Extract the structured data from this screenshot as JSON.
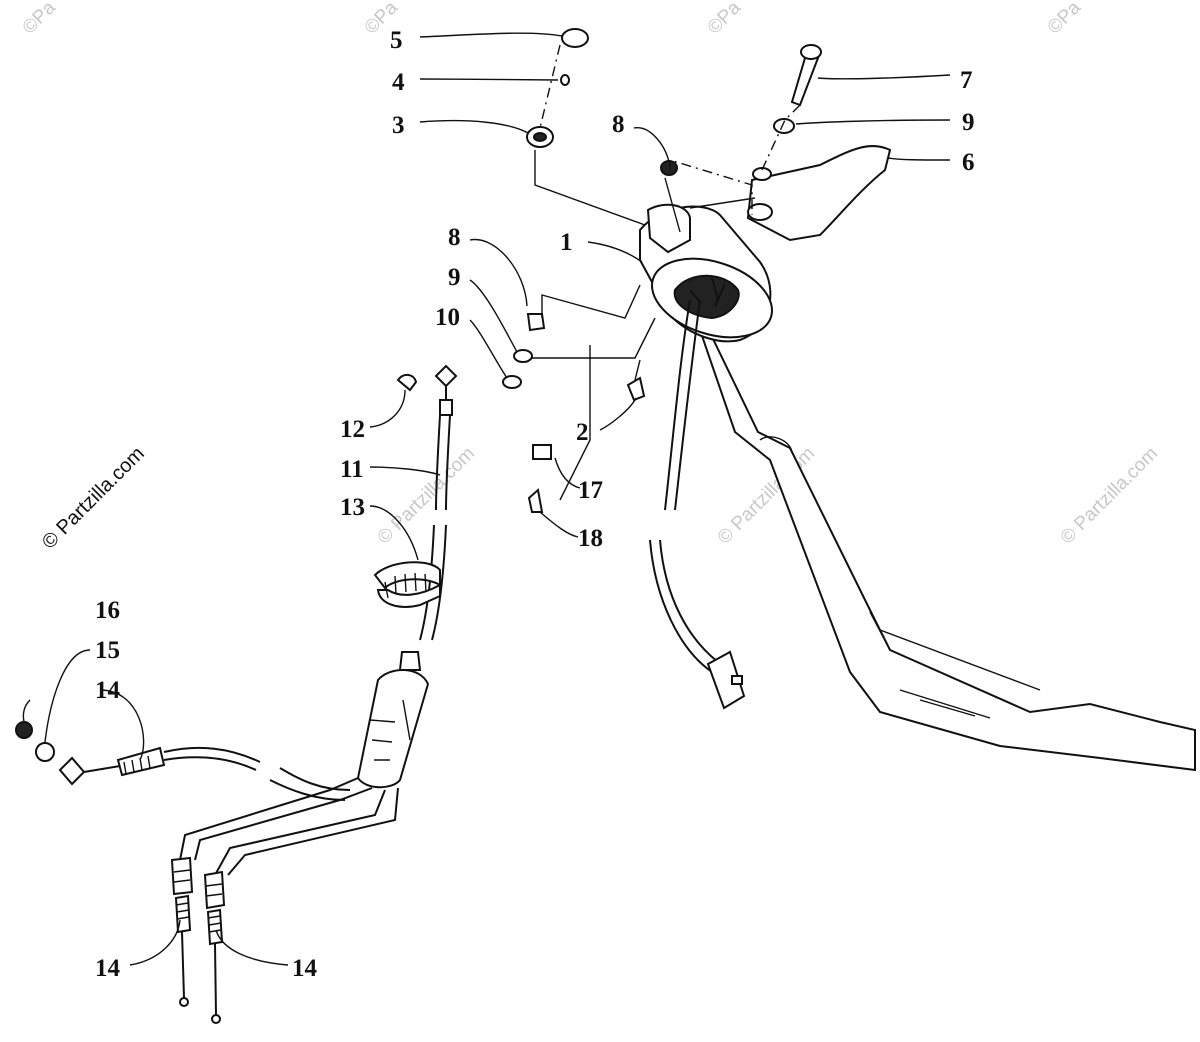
{
  "watermark": {
    "text": "© Partzilla.com",
    "corner_text": "©Pa"
  },
  "callouts": {
    "c5": "5",
    "c4": "4",
    "c3": "3",
    "c8a": "8",
    "c7": "7",
    "c9a": "9",
    "c6": "6",
    "c1": "1",
    "c8b": "8",
    "c9b": "9",
    "c10": "10",
    "c2": "2",
    "c12": "12",
    "c11": "11",
    "c17": "17",
    "c13": "13",
    "c18": "18",
    "c16": "16",
    "c15": "15",
    "c14a": "14",
    "c14b": "14",
    "c14c": "14"
  }
}
